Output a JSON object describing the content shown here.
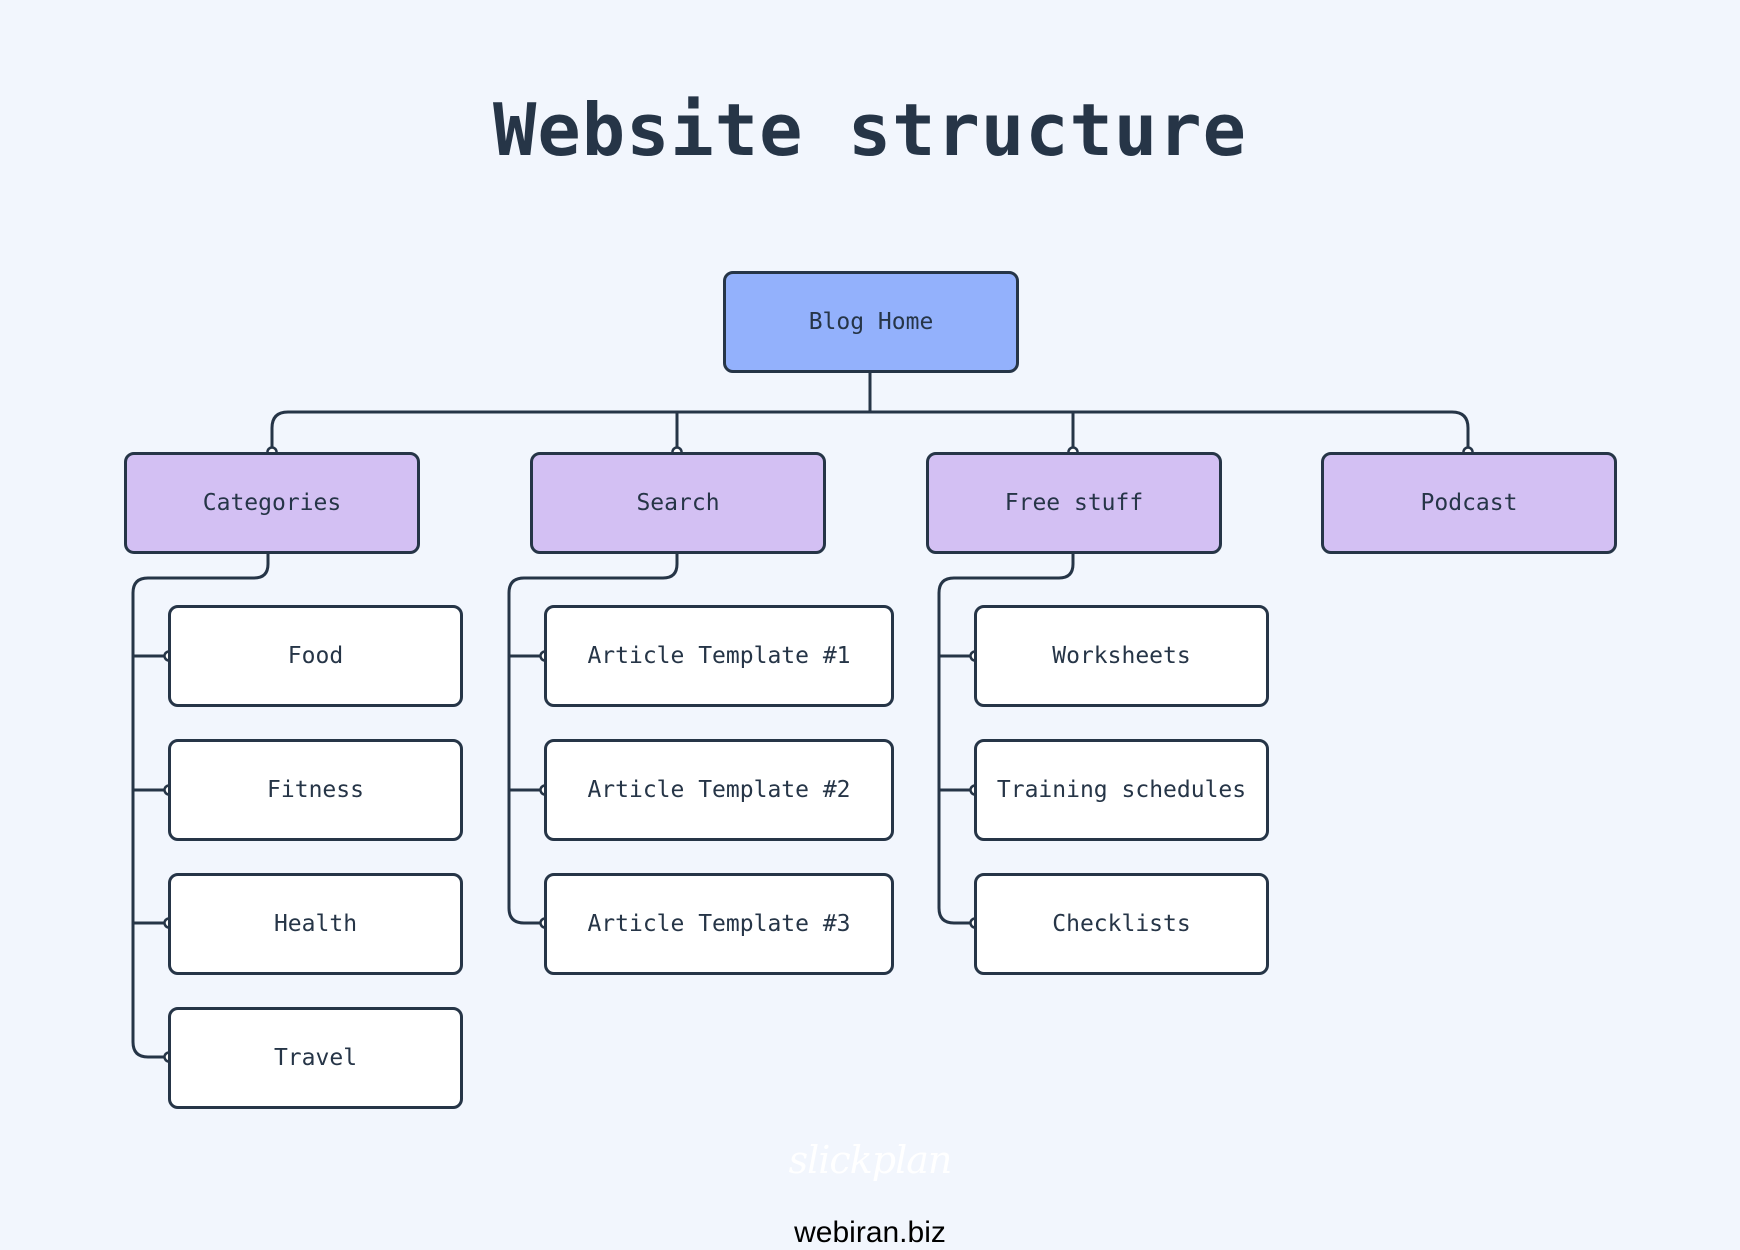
{
  "title": "Website structure",
  "colors": {
    "line": "#263547",
    "background": "#f2f6fd",
    "root_fill": "#93b1fc",
    "level1_fill": "#d3c0f3",
    "level2_fill": "#ffffff"
  },
  "tree": {
    "root": "Blog Home",
    "sections": [
      {
        "label": "Categories",
        "children": [
          "Food",
          "Fitness",
          "Health",
          "Travel"
        ]
      },
      {
        "label": "Search",
        "children": [
          "Article Template #1",
          "Article Template #2",
          "Article Template #3"
        ]
      },
      {
        "label": "Free stuff",
        "children": [
          "Worksheets",
          "Training schedules",
          "Checklists"
        ]
      },
      {
        "label": "Podcast",
        "children": []
      }
    ]
  },
  "watermark": "slickplan",
  "footer": "webiran.biz"
}
